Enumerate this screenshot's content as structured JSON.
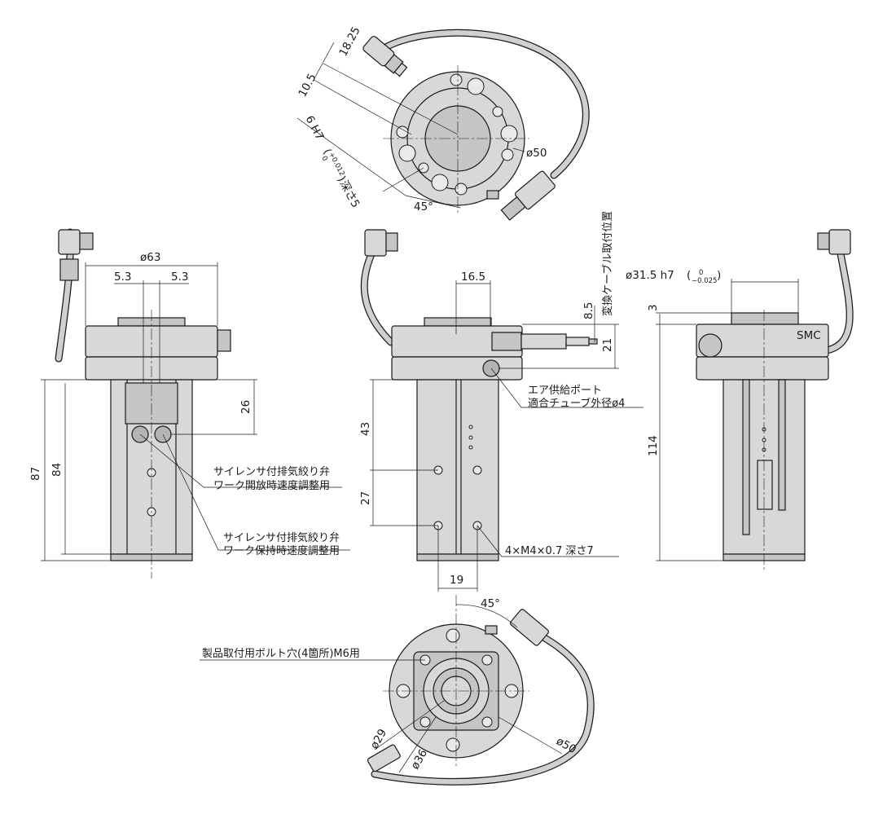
{
  "dimensions": {
    "top_view": {
      "d1": "18.25",
      "d2": "10.5",
      "pin_hole_prefix": "6 H7",
      "pin_tol_upper": "+0.012",
      "pin_tol_lower": "0",
      "pin_depth": "深さ5",
      "dia": "ø50",
      "angle": "45°"
    },
    "left_view": {
      "dia": "ø63",
      "offset_left": "5.3",
      "offset_right": "5.3",
      "h87": "87",
      "h84": "84",
      "h26": "26"
    },
    "front_view": {
      "w16_5": "16.5",
      "h8_5": "8.5",
      "cable_note": "変換ケーブル取付位置",
      "h21": "21",
      "h43": "43",
      "h27": "27",
      "w19": "19",
      "tap_note": "4×M4×0.7 深さ7"
    },
    "right_view": {
      "dia_prefix": "ø31.5 h7",
      "tol_upper": "0",
      "tol_lower": "−0.025",
      "h3": "3",
      "h114": "114",
      "brand": "SMC"
    },
    "bottom_view": {
      "angle": "45°",
      "bolt_note": "製品取付用ボルト穴(4箇所)M6用",
      "d29": "ø29",
      "d36": "ø36",
      "d50": "ø50"
    }
  },
  "notes": {
    "air_port_1": "エア供給ポート",
    "air_port_2": "適合チューブ外径ø4",
    "silencer_open_1": "サイレンサ付排気絞り弁",
    "silencer_open_2": "ワーク開放時速度調整用",
    "silencer_hold_1": "サイレンサ付排気絞り弁",
    "silencer_hold_2": "ワーク保持時速度調整用"
  }
}
